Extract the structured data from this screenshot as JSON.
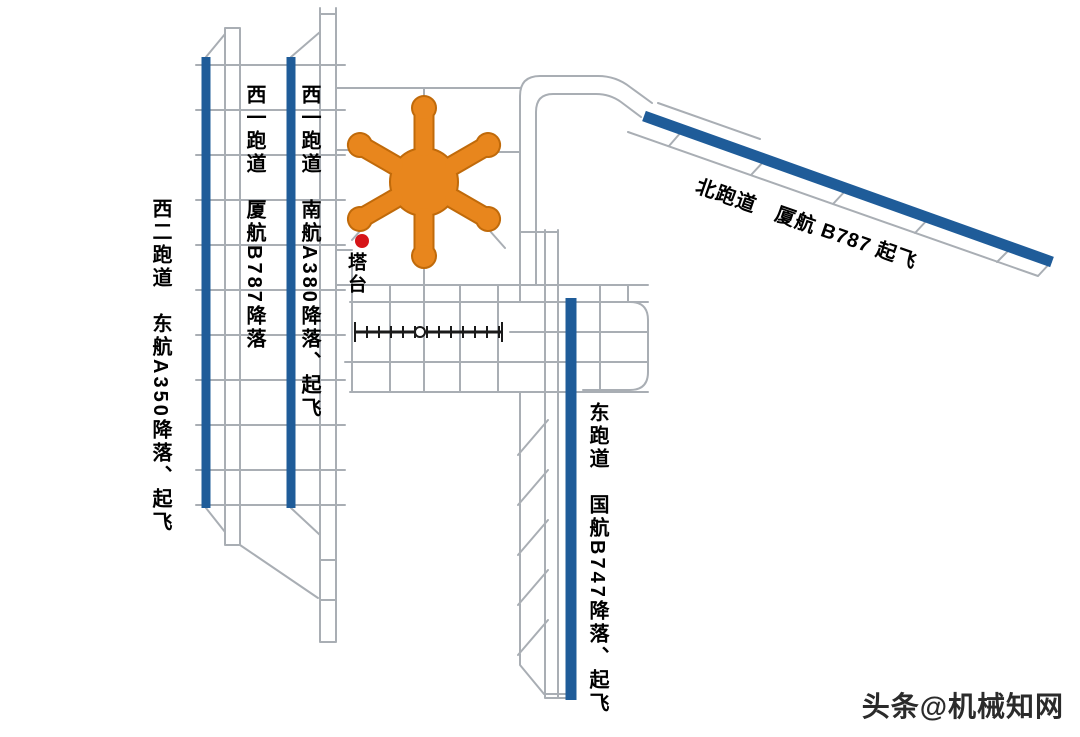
{
  "colors": {
    "background": "#ffffff",
    "runway_blue": "#1f5c99",
    "taxiway_gray": "#a9aeb4",
    "terminal_orange": "#e8861d",
    "terminal_outline": "#c06a0a",
    "tower_red": "#d61518",
    "rail_black": "#1a1a1a",
    "label_color": "#000000",
    "watermark_color": "#2b2b2b"
  },
  "diagram": {
    "labels": {
      "west2": "西二跑道　东航A350降落、起飞",
      "west1_xiamen": "西一跑道　厦航B787降落",
      "west1_southern": "西一跑道　南航A380降落、起飞",
      "north": "北跑道　厦航 B787 起飞",
      "east": "东跑道　国航B747降落、起飞",
      "tower": "塔台"
    }
  },
  "watermark": "头条@机械知网"
}
